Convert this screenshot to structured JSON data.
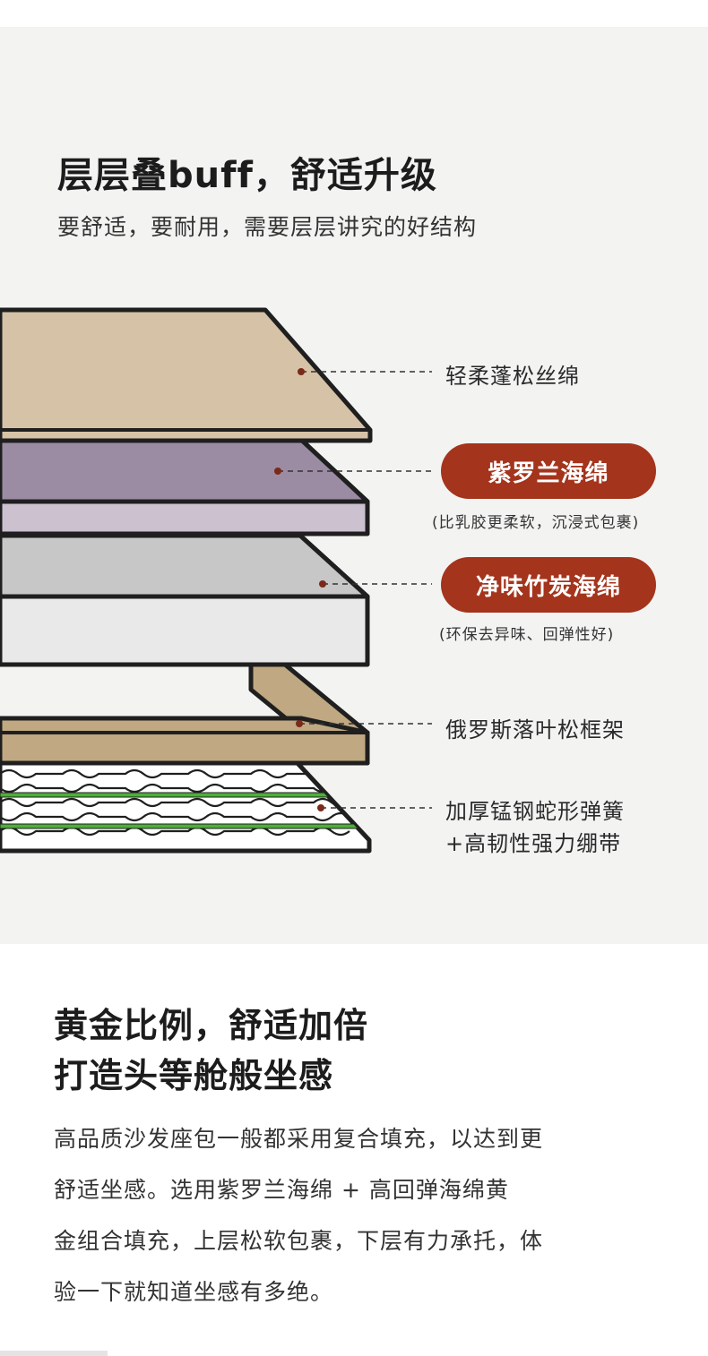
{
  "section1": {
    "title": "层层叠buff，舒适升级",
    "subtitle": "要舒适，要耐用，需要层层讲究的好结构",
    "layers": [
      {
        "label": "轻柔蓬松丝绵"
      },
      {
        "label": "紫罗兰海绵",
        "note": "(比乳胶更柔软，沉浸式包裹)"
      },
      {
        "label": "净味竹炭海绵",
        "note": "(环保去异味、回弹性好)"
      },
      {
        "label": "俄罗斯落叶松框架"
      },
      {
        "label_line1": "加厚锰钢蛇形弹簧",
        "label_line2": "+高韧性强力绷带"
      }
    ],
    "colors": {
      "fiber": "#d6c2a6",
      "violet": "#9c8ca3",
      "violet_side": "#cbc1cf",
      "charcoal": "#c7c7c7",
      "charcoal_side": "#e9e9e9",
      "frame": "#bfa882",
      "accent_pill": "#a4341c",
      "strap": "#4caf3a"
    }
  },
  "section2": {
    "title_line1": "黄金比例，舒适加倍",
    "title_line2": "打造头等舱般坐感",
    "paragraph": [
      "高品质沙发座包一般都采用复合填充，以达到更",
      "舒适坐感。选用紫罗兰海绵 + 高回弹海绵黄",
      "金组合填充，上层松软包裹，下层有力承托，体",
      "验一下就知道坐感有多绝。"
    ]
  }
}
